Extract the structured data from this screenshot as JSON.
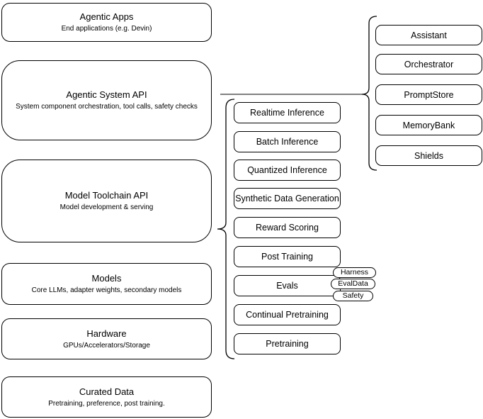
{
  "diagram": {
    "left_column": {
      "boxes": [
        {
          "title": "Agentic Apps",
          "subtitle": "End applications (e.g. Devin)"
        },
        {
          "title": "Agentic System API",
          "subtitle": "System component orchestration, tool calls, safety checks"
        },
        {
          "title": "Model Toolchain API",
          "subtitle": "Model development & serving"
        },
        {
          "title": "Models",
          "subtitle": "Core LLMs, adapter weights, secondary models"
        },
        {
          "title": "Hardware",
          "subtitle": "GPUs/Accelerators/Storage"
        },
        {
          "title": "Curated Data",
          "subtitle": "Pretraining, preference, post training."
        }
      ]
    },
    "toolchain_group": {
      "boxes": [
        {
          "label": "Realtime Inference"
        },
        {
          "label": "Batch Inference"
        },
        {
          "label": "Quantized Inference"
        },
        {
          "label": "Synthetic Data Generation"
        },
        {
          "label": "Reward Scoring"
        },
        {
          "label": "Post Training"
        },
        {
          "label": "Evals"
        },
        {
          "label": "Continual Pretraining"
        },
        {
          "label": "Pretraining"
        }
      ],
      "eval_tags": [
        {
          "label": "Harness"
        },
        {
          "label": "EvalData"
        },
        {
          "label": "Safety"
        }
      ]
    },
    "system_group": {
      "boxes": [
        {
          "label": "Assistant"
        },
        {
          "label": "Orchestrator"
        },
        {
          "label": "PromptStore"
        },
        {
          "label": "MemoryBank"
        },
        {
          "label": "Shields"
        }
      ]
    },
    "colors": {
      "box_border": "#000000",
      "box_fill": "#ffffff",
      "text": "#000000",
      "connector_line": "#808080",
      "brace": "#000000"
    }
  }
}
